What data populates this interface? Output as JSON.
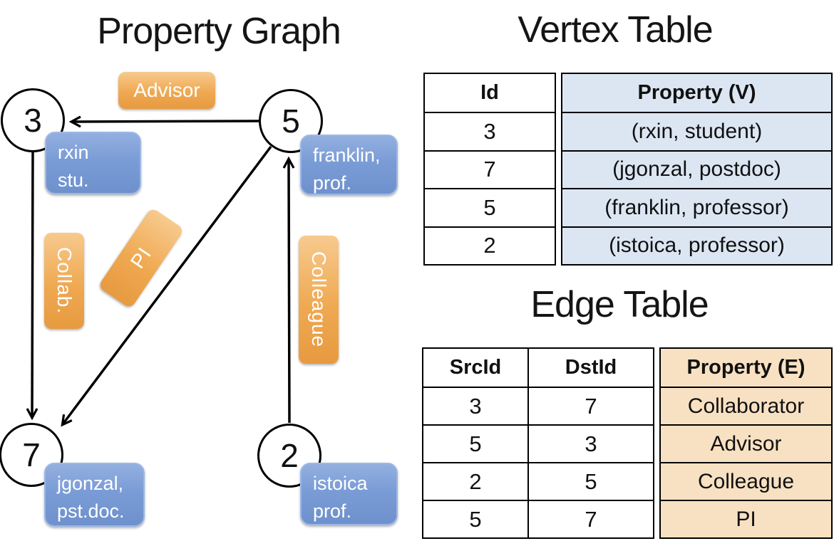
{
  "colors": {
    "edge_label_orange": "#EFA952",
    "vertex_label_blue": "#7A9CD6",
    "vertex_table_fill": "#DCE6F3",
    "edge_table_fill": "#F8E1C2",
    "line_black": "#000000"
  },
  "graph": {
    "title": "Property Graph",
    "nodes": [
      {
        "id": "3",
        "property_lines": [
          "rxin",
          "stu."
        ]
      },
      {
        "id": "5",
        "property_lines": [
          "franklin,",
          "prof."
        ]
      },
      {
        "id": "7",
        "property_lines": [
          "jgonzal,",
          "pst.doc."
        ]
      },
      {
        "id": "2",
        "property_lines": [
          "istoica",
          "prof."
        ]
      }
    ],
    "edge_labels": {
      "advisor": "Advisor",
      "collab": "Collab.",
      "pi": "PI",
      "colleague": "Colleague"
    }
  },
  "vertex_table": {
    "title": "Vertex Table",
    "headers": {
      "id": "Id",
      "property": "Property (V)"
    },
    "rows": [
      {
        "id": "3",
        "property": "(rxin, student)"
      },
      {
        "id": "7",
        "property": "(jgonzal, postdoc)"
      },
      {
        "id": "5",
        "property": "(franklin, professor)"
      },
      {
        "id": "2",
        "property": "(istoica, professor)"
      }
    ]
  },
  "edge_table": {
    "title": "Edge Table",
    "headers": {
      "src": "SrcId",
      "dst": "DstId",
      "property": "Property (E)"
    },
    "rows": [
      {
        "src": "3",
        "dst": "7",
        "property": "Collaborator"
      },
      {
        "src": "5",
        "dst": "3",
        "property": "Advisor"
      },
      {
        "src": "2",
        "dst": "5",
        "property": "Colleague"
      },
      {
        "src": "5",
        "dst": "7",
        "property": "PI"
      }
    ]
  }
}
